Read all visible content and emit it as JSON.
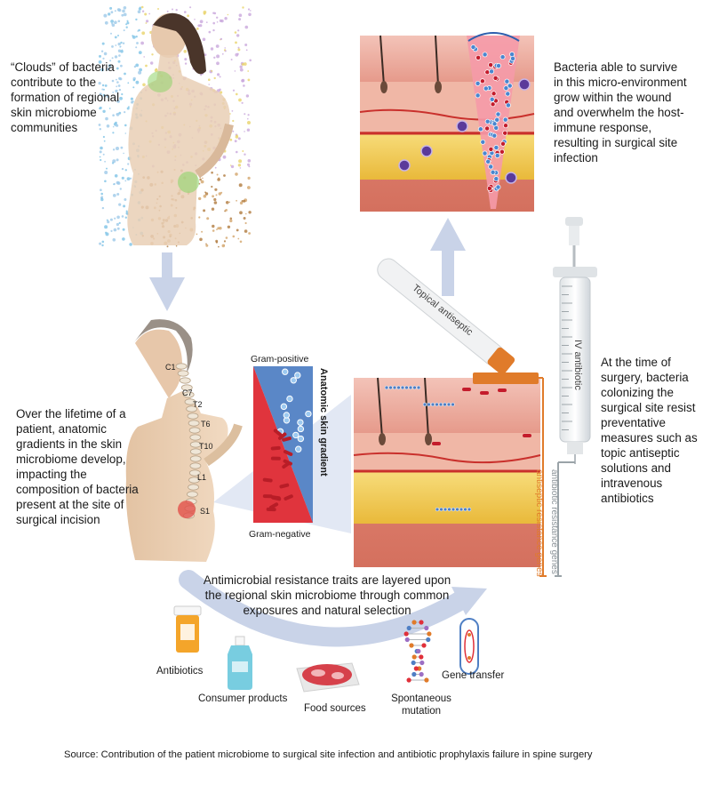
{
  "captions": {
    "clouds": "“Clouds” of bacteria contribute to the formation of regional skin microbiome communities",
    "survive": "Bacteria able to survive in this micro-environment grow within the wound and overwhelm the host-immune response, resulting in surgical site infection",
    "lifetime": "Over the lifetime of a patient, anatomic gradients in the skin microbiome develop, impacting the composition of bacteria present at the site of surgical incision",
    "surgery": "At the time of surgery, bacteria colonizing the surgical site resist preventative measures such as topic antiseptic solutions and intravenous antibiotics",
    "resistance": "Antimicrobial resistance traits are layered upon the regional skin microbiome through common exposures and natural selection"
  },
  "gradient": {
    "top": "Gram-positive",
    "bottom": "Gram-negative",
    "axis": "Anatomic skin gradient"
  },
  "spine_labels": [
    "C1",
    "C7",
    "T2",
    "T6",
    "T10",
    "L1",
    "S1"
  ],
  "instruments": {
    "antiseptic": "Topical antiseptic",
    "iv": "IV antibiotic"
  },
  "genes": {
    "antiseptic": "antiseptic resistance genes",
    "antibiotic": "antibiotic resistance genes"
  },
  "exposures": {
    "antibiotics": "Antibiotics",
    "consumer": "Consumer products",
    "food": "Food sources",
    "mutation": "Spontaneous mutation",
    "transfer": "Gene transfer"
  },
  "source": "Source: Contribution of the patient microbiome to surgical site infection and antibiotic prophylaxis failure in spine surgery",
  "colors": {
    "arrow": "#c9d3e8",
    "skin": "#e9a79a",
    "fat": "#f2cf55",
    "blood": "#d51f2b",
    "gram_positive": "#4f7fc4",
    "gram_negative": "#e0303a",
    "antiseptic_gene": "#e07b2a",
    "antibiotic_gene": "#9aa3a8"
  }
}
